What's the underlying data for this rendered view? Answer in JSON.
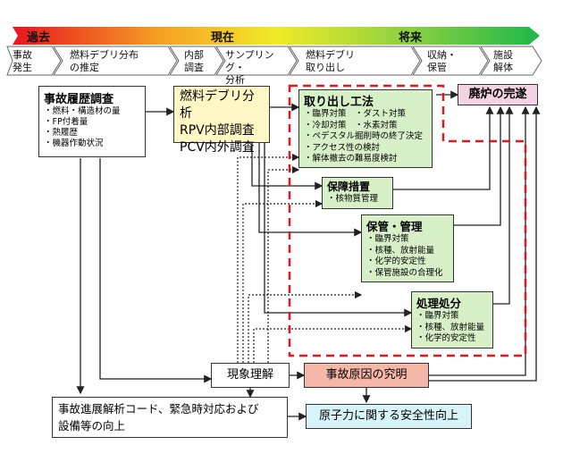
{
  "timeline": {
    "past": "過去",
    "present": "現在",
    "future": "将来"
  },
  "stages": [
    {
      "lines": [
        "事故",
        "発生"
      ]
    },
    {
      "lines": [
        "燃料デブリ分布",
        "の推定"
      ]
    },
    {
      "lines": [
        "内部",
        "調査"
      ]
    },
    {
      "lines": [
        "サンプリング・",
        "分析"
      ]
    },
    {
      "lines": [
        "燃料デブリ",
        "取り出し"
      ]
    },
    {
      "lines": [
        "収納・",
        "保管"
      ]
    },
    {
      "lines": [
        "施設",
        "解体"
      ]
    }
  ],
  "history": {
    "title": "事故履歴調査",
    "items": [
      "燃料・構造材の量",
      "FP付着量",
      "熱履歴",
      "機器作動状況"
    ]
  },
  "analysis": {
    "lines": [
      "燃料デブリ分析",
      "RPV内部調査",
      "PCV内外調査"
    ]
  },
  "extraction": {
    "title": "取り出し工法",
    "items": [
      "臨界対策　・ダスト対策",
      "冷却対策　・水素対策",
      "ペデスタル掘削時の終了決定",
      "アクセス性の検討",
      "解体撤去の難易度検討"
    ]
  },
  "decommission": {
    "title": "廃炉の完遂"
  },
  "safeguard": {
    "title": "保障措置",
    "items": [
      "核物質管理"
    ]
  },
  "storage": {
    "title": "保管・管理",
    "items": [
      "臨界対策",
      "核種、放射能量",
      "化学的安定性",
      "保管施設の合理化"
    ]
  },
  "disposal": {
    "title": "処理処分",
    "items": [
      "臨界対策",
      "核種、放射能量",
      "化学的安定性"
    ]
  },
  "phenomena": {
    "title": "現象理解"
  },
  "cause": {
    "title": "事故原因の究明"
  },
  "codes": {
    "lines": [
      "事故進展解析コード、緊急時対応および",
      "設備等の向上"
    ]
  },
  "safety": {
    "title": "原子力に関する安全性向上"
  },
  "colors": {
    "gradient": [
      "#e8141e",
      "#f5a024",
      "#f2ea28",
      "#8cd140",
      "#1fb84a"
    ],
    "dashed_red": "#e8141e",
    "green_box": "#d8f0c8",
    "yellow_box": "#fff7c6",
    "pink_box": "#f3d2e4",
    "salmon_box": "#f4b7a8",
    "cyan_box": "#d7f4f8"
  }
}
